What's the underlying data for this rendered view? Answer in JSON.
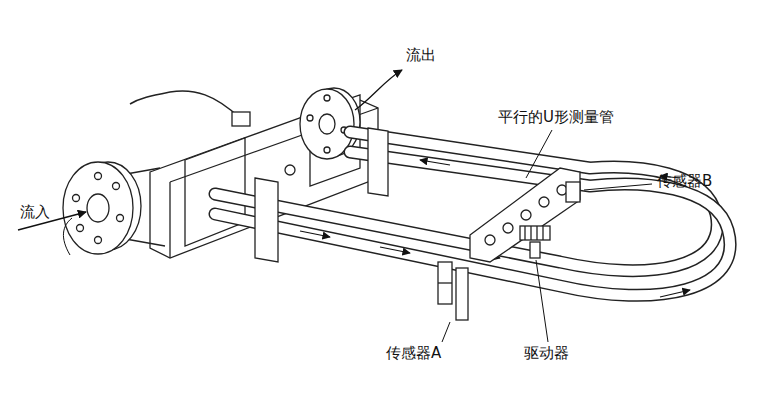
{
  "diagram": {
    "labels": [
      "流入",
      "流出",
      "平行的U形测量管",
      "传感器B",
      "传感器A",
      "驱动器"
    ]
  }
}
